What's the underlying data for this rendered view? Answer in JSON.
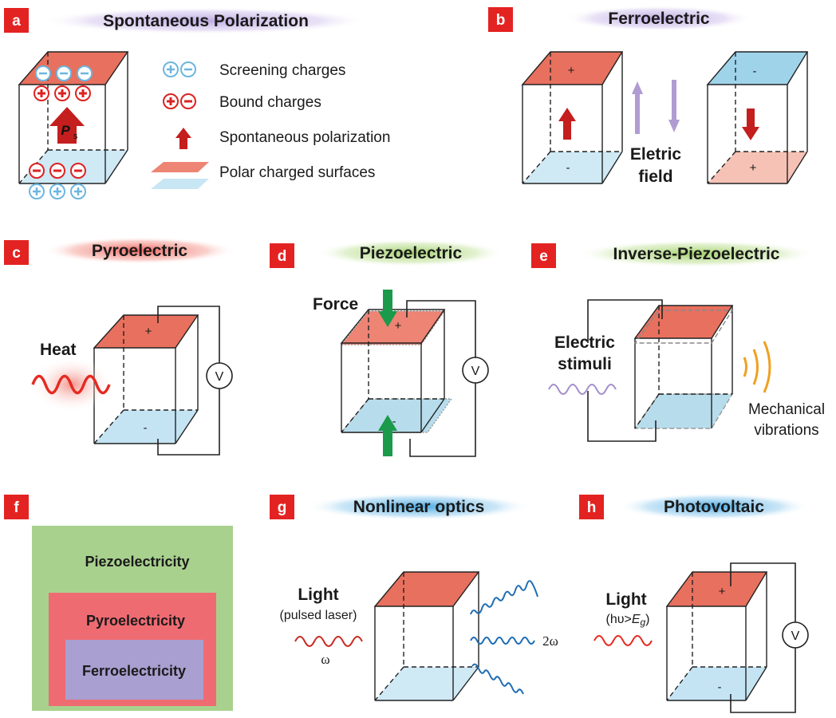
{
  "panels": {
    "a": {
      "letter": "a",
      "title": "Spontaneous Polarization",
      "ps_label": "P",
      "ps_sub": "s",
      "legend": [
        "Screening charges",
        "Bound charges",
        "Spontaneous polarization",
        "Polar charged surfaces"
      ]
    },
    "b": {
      "letter": "b",
      "title": "Ferroelectric",
      "top_left": "+",
      "bottom_left": "-",
      "top_right": "-",
      "bottom_right": "+",
      "field_line1": "Eletric",
      "field_line2": "field"
    },
    "c": {
      "letter": "c",
      "title": "Pyroelectric",
      "heat": "Heat",
      "plus": "+",
      "minus": "-",
      "meter": "V"
    },
    "d": {
      "letter": "d",
      "title": "Piezoelectric",
      "force": "Force",
      "plus": "+",
      "minus": "-",
      "meter": "V"
    },
    "e": {
      "letter": "e",
      "title": "Inverse-Piezoelectric",
      "stimuli_line1": "Electric",
      "stimuli_line2": "stimuli",
      "vib_line1": "Mechanical",
      "vib_line2": "vibrations"
    },
    "f": {
      "letter": "f",
      "outer": "Piezoelectricity",
      "middle": "Pyroelectricity",
      "inner": "Ferroelectricity"
    },
    "g": {
      "letter": "g",
      "title": "Nonlinear optics",
      "light": "Light",
      "light_sub": "(pulsed laser)",
      "omega": "ω",
      "two_omega": "2ω"
    },
    "h": {
      "letter": "h",
      "title": "Photovoltaic",
      "light": "Light",
      "cond_pre": "(hυ>",
      "cond_e": "E",
      "cond_g": "g",
      "cond_post": ")",
      "plus": "+",
      "minus": "-",
      "meter": "V"
    }
  },
  "colors": {
    "letter_bg": "#e32322",
    "red_face": "#e8705e",
    "blue_face": "#bfe2f2",
    "dark_red": "#c41e1e",
    "arrow_purple": "#b09cd2",
    "green_arrow": "#1a9a4a",
    "blue_wave": "#1f6db3",
    "orange": "#f0a020",
    "f_outer": "#a9d18e",
    "f_middle": "#ef6b72",
    "f_inner": "#a99fd0"
  }
}
